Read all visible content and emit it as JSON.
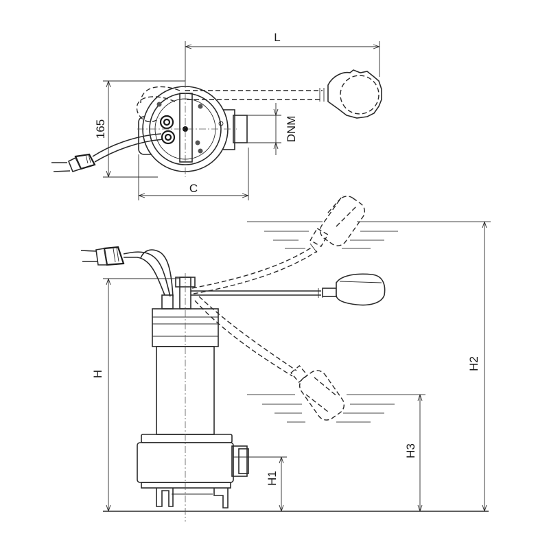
{
  "labels": {
    "L": "L",
    "dim_165": "165",
    "DNM": "DNM",
    "C": "C",
    "H": "H",
    "H1": "H1",
    "H2": "H2",
    "H3": "H3"
  }
}
